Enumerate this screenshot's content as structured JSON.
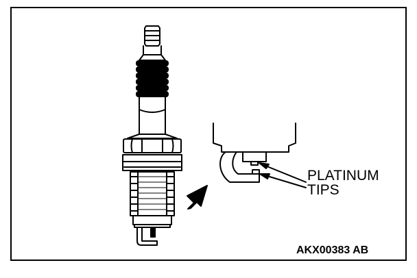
{
  "callout": {
    "line1": "PLATINUM",
    "line2": "TIPS"
  },
  "figure_code": "AKX00383 AB",
  "colors": {
    "line": "#000000",
    "background": "#ffffff"
  }
}
